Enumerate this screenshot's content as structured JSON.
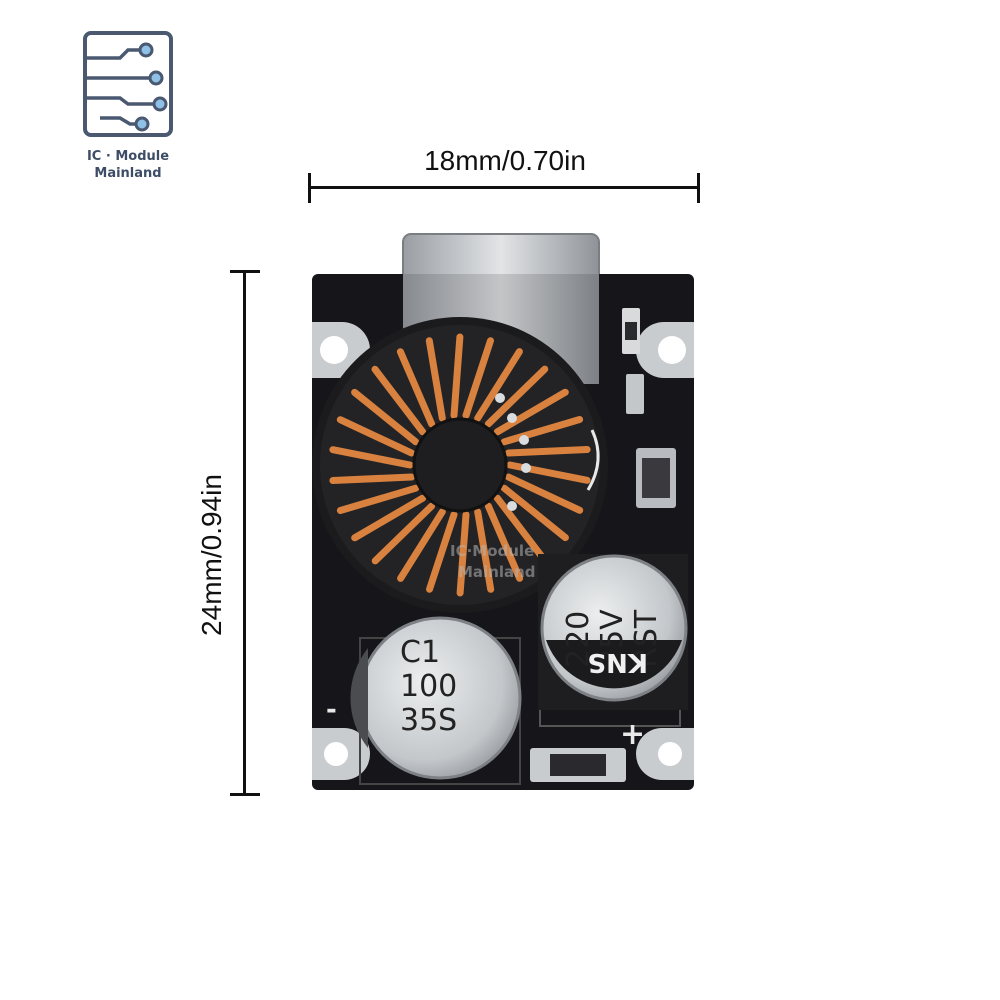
{
  "logo": {
    "line1": "IC · Module",
    "line2": "Mainland",
    "icon": "circuit-board-icon"
  },
  "dimensions": {
    "width_label": "18mm/0.70in",
    "height_label": "24mm/0.94in"
  },
  "board": {
    "capacitor_left": [
      "C1",
      "100",
      "35S"
    ],
    "capacitor_right": [
      "220",
      "25V",
      "RST"
    ],
    "capacitor_right_brand": "KNS",
    "polarity_minus": "-",
    "polarity_plus": "+",
    "watermark_line1": "IC·Module",
    "watermark_line2": "Mainland",
    "colors": {
      "pcb": "#16161a",
      "copper": "#d9823f",
      "cap_silver": "#cfd2d4"
    }
  }
}
